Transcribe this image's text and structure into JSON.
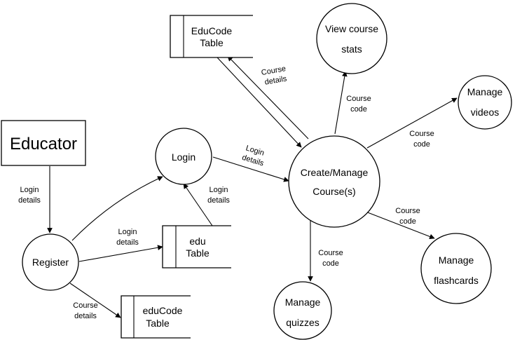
{
  "diagram": {
    "entity": {
      "label": "Educator"
    },
    "processes": {
      "register": "Register",
      "login": "Login",
      "create_manage": [
        "Create/Manage",
        "Course(s)"
      ],
      "view_stats": [
        "View course",
        "stats"
      ],
      "manage_videos": [
        "Manage",
        "videos"
      ],
      "manage_flashcards": [
        "Manage",
        "flashcards"
      ],
      "manage_quizzes": [
        "Manage",
        "quizzes"
      ]
    },
    "stores": {
      "educode_table": [
        "EduCode",
        "Table"
      ],
      "edu_table": [
        "edu",
        "Table"
      ],
      "educode_table2": [
        "eduCode",
        "Table"
      ]
    },
    "flows": {
      "educator_register": [
        "Login",
        "details"
      ],
      "register_edu": [
        "Login",
        "details"
      ],
      "edu_login": [
        "Login",
        "details"
      ],
      "login_create": [
        "Login",
        "details"
      ],
      "register_educode": [
        "Course",
        "details"
      ],
      "educode_course": [
        "Course",
        "details"
      ],
      "to_stats": [
        "Course",
        "code"
      ],
      "to_videos": [
        "Course",
        "code"
      ],
      "to_flashcards": [
        "Course",
        "code"
      ],
      "to_quizzes": [
        "Course",
        "code"
      ]
    }
  }
}
